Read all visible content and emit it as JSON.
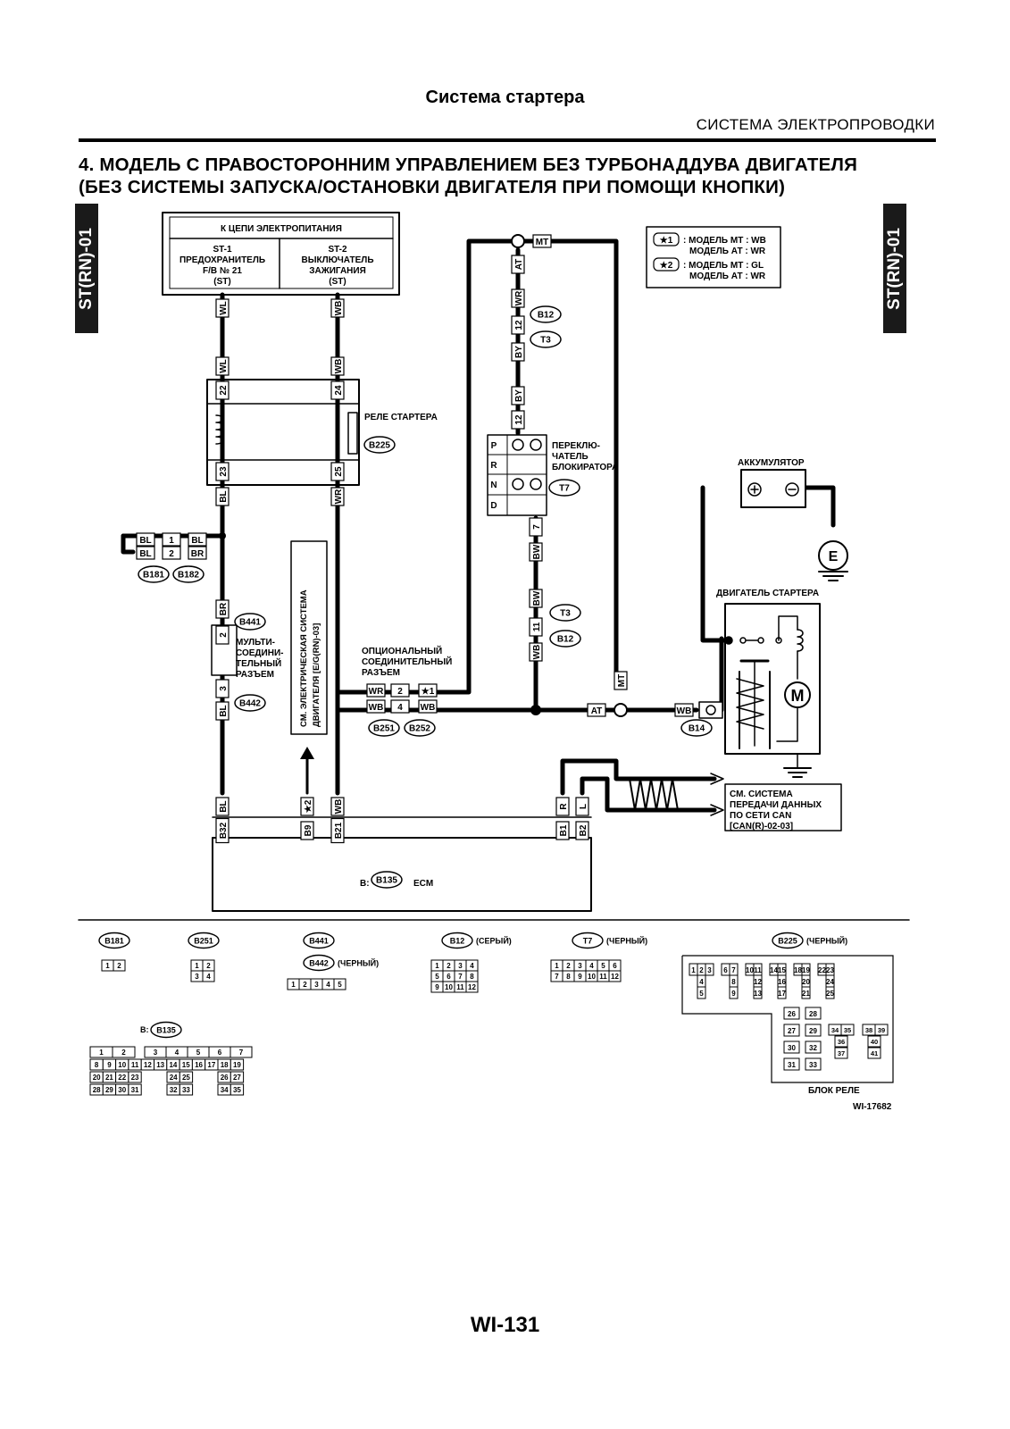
{
  "header": {
    "title": "Система стартера",
    "subtitle": "СИСТЕМА ЭЛЕКТРОПРОВОДКИ"
  },
  "section": {
    "line1": "4. МОДЕЛЬ С ПРАВОСТОРОННИМ УПРАВЛЕНИЕМ БЕЗ ТУРБОНАДДУВА ДВИГАТЕЛЯ",
    "line2": "(БЕЗ СИСТЕМЫ ЗАПУСКА/ОСТАНОВКИ ДВИГАТЕЛЯ ПРИ ПОМОЩИ КНОПКИ)"
  },
  "side_tab": "ST(RN)-01",
  "power": {
    "title": "К ЦЕПИ ЭЛЕКТРОПИТАНИЯ",
    "left": [
      "ST-1",
      "ПРЕДОХРАНИТЕЛЬ",
      "F/B № 21",
      "(ST)"
    ],
    "right": [
      "ST-2",
      "ВЫКЛЮЧАТЕЛЬ",
      "ЗАЖИГАНИЯ",
      "(ST)"
    ]
  },
  "legend": {
    "n1": "★1",
    "n1_l1": ": МОДЕЛЬ МТ : WB",
    "n1_l2": "МОДЕЛЬ АТ  : WR",
    "n2": "★2",
    "n2_l1": ": МОДЕЛЬ МТ : GL",
    "n2_l2": "МОДЕЛЬ АТ  : WR"
  },
  "labels": {
    "relay": "РЕЛЕ СТАРТЕРА",
    "inhibitor": [
      "ПЕРЕКЛЮ-",
      "ЧАТЕЛЬ",
      "БЛОКИРАТОРА"
    ],
    "battery": "АККУМУЛЯТОР",
    "starter": "ДВИГАТЕЛЬ СТАРТЕРА",
    "multi": [
      "МУЛЬТИ-",
      "СОЕДИНИ-",
      "ТЕЛЬНЫЙ",
      "РАЗЪЕМ"
    ],
    "optional": [
      "ОПЦИОНАЛЬНЫЙ",
      "СОЕДИНИТЕЛЬНЫЙ",
      "РАЗЪЕМ"
    ],
    "engine_ref": [
      "СМ. ЭЛЕКТРИЧЕСКАЯ СИСТЕМА",
      "ДВИГАТЕЛЯ [E/G(RN)-03]"
    ],
    "can_ref": [
      "СМ. СИСТЕМА",
      "ПЕРЕДАЧИ ДАННЫХ",
      "ПО СЕТИ CAN",
      "[CAN(R)-02-03]"
    ],
    "ecm": "ECM",
    "ecm_prefix": "B:",
    "relay_block": "БЛОК РЕЛЕ",
    "fig": "WI-17682"
  },
  "wires": {
    "wl": "WL",
    "wb": "WB",
    "bl": "BL",
    "br": "BR",
    "wr": "WR",
    "by": "BY",
    "bw": "BW",
    "mt": "MT",
    "at": "AT",
    "r": "R",
    "l": "L"
  },
  "pins": {
    "p22": "22",
    "p24": "24",
    "p23": "23",
    "p25": "25",
    "p12": "12",
    "p11": "11",
    "p7": "7",
    "p1": "1",
    "p2": "2",
    "p3": "3",
    "p4": "4",
    "b32": "B32",
    "b9": "B9",
    "b21": "B21",
    "b1": "B1",
    "b2": "B2",
    "star1": "★1",
    "star2": "★2"
  },
  "connectors": {
    "b12": "B12",
    "t3": "T3",
    "t7": "T7",
    "b225": "B225",
    "b181": "B181",
    "b182": "B182",
    "b441": "B441",
    "b442": "B442",
    "b251": "B251",
    "b252": "B252",
    "b14": "B14",
    "b135": "B135"
  },
  "inhibitor_positions": [
    "P",
    "R",
    "N",
    "D"
  ],
  "ground_symbol": "E",
  "motor_symbol": "M",
  "connector_faces": {
    "b181": {
      "name": "B181",
      "rows": [
        [
          "1",
          "2"
        ]
      ]
    },
    "b251": {
      "name": "B251",
      "rows": [
        [
          "1",
          "2"
        ],
        [
          "3",
          "4"
        ]
      ]
    },
    "b441": {
      "name": "B441"
    },
    "b442": {
      "name": "B442",
      "note": "(ЧЕРНЫЙ)",
      "rows": [
        [
          "1",
          "2",
          "3",
          "4",
          "5"
        ]
      ]
    },
    "b12": {
      "name": "B12",
      "note": "(СЕРЫЙ)",
      "rows": [
        [
          "1",
          "2",
          "3",
          "4"
        ],
        [
          "5",
          "6",
          "7",
          "8"
        ],
        [
          "9",
          "10",
          "11",
          "12"
        ]
      ]
    },
    "t7": {
      "name": "T7",
      "note": "(ЧЕРНЫЙ)",
      "rows": [
        [
          "1",
          "2",
          "3",
          "4",
          "5",
          "6"
        ],
        [
          "7",
          "8",
          "9",
          "10",
          "11",
          "12"
        ]
      ]
    },
    "b225": {
      "name": "B225",
      "note": "(ЧЕРНЫЙ)"
    },
    "b135": {
      "prefix": "B:",
      "name": "B135"
    }
  }
}
